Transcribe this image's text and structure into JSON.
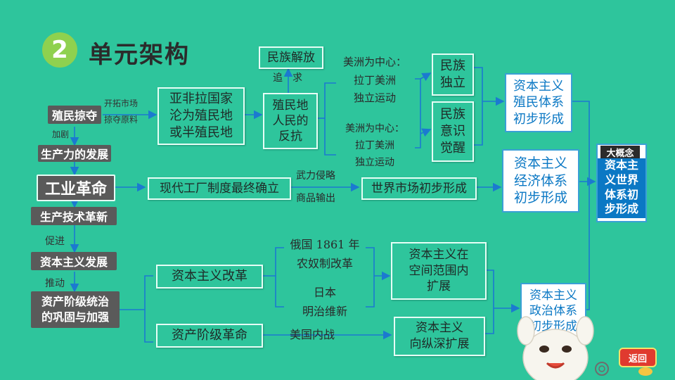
{
  "header": {
    "number": "2",
    "title": "单元架构"
  },
  "left_chain": {
    "colonial_plunder": "殖民掠夺",
    "aggravate": "加剧",
    "productivity": "生产力的发展",
    "industrial_revolution": "工业革命",
    "tech_revolution": "生产技术革新",
    "promote": "促进",
    "capitalism_dev": "资本主义发展",
    "drive": "推动",
    "bourgeois_rule_line1": "资产阶级统治",
    "bourgeois_rule_line2": "的巩固与加强"
  },
  "top_branch": {
    "label_line1": "开拓市场",
    "label_line2": "掠夺原料",
    "asia_line1": "亚非拉国家",
    "asia_line2": "沦为殖民地",
    "asia_line3": "或半殖民地",
    "pursue_line": "追　求",
    "liberation": "民族解放",
    "resist_line1": "殖民地",
    "resist_line2": "人民的",
    "resist_line3": "反抗",
    "americas_center_a": "美洲为中心：",
    "latin_a_line1": "拉丁美洲",
    "latin_a_line2": "独立运动",
    "americas_center_b": "美洲为中心：",
    "latin_b_line1": "拉丁美洲",
    "latin_b_line2": "独立运动",
    "indep_line1": "民族",
    "indep_line2": "独立",
    "awake_line1": "民族",
    "awake_line2": "意识",
    "awake_line3": "觉醒"
  },
  "middle_branch": {
    "factory": "现代工厂制度最终确立",
    "force_line1": "武力侵略",
    "force_line2": "商品输出",
    "world_market": "世界市场初步形成"
  },
  "bottom_branch": {
    "reform": "资本主义改革",
    "revolution": "资产阶级革命",
    "russia_line1": "俄国 1861 年",
    "russia_line2": "农奴制改革",
    "japan_line1": "日本",
    "japan_line2": "明治维新",
    "usa_civil_war": "美国内战",
    "space_line1": "资本主义在",
    "space_line2": "空间范围内",
    "space_line3": "扩展",
    "depth_line1": "资本主义",
    "depth_line2": "向纵深扩展"
  },
  "systems": {
    "colonial_line1": "资本主义",
    "colonial_line2": "殖民体系",
    "colonial_line3": "初步形成",
    "economic_line1": "资本主义",
    "economic_line2": "经济体系",
    "economic_line3": "初步形成",
    "political_line1": "资本主义",
    "political_line2": "政治体系",
    "political_line3": "初步形成"
  },
  "big_concept": {
    "label": "大概念",
    "line1": "资本主",
    "line2": "义世界",
    "line3": "体系初",
    "line4": "步形成"
  },
  "nav": {
    "back": "返回"
  },
  "colors": {
    "background": "#2ec59c",
    "dark_box": "#5a5a5a",
    "blue_text": "#0b78c4",
    "title_badge": "#8fd14f"
  }
}
